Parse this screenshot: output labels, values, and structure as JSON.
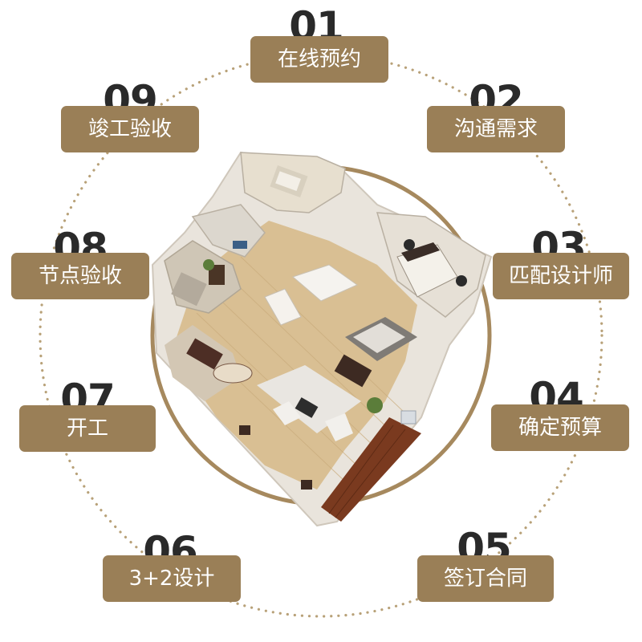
{
  "steps": [
    {
      "number": "01",
      "label": "在线预约"
    },
    {
      "number": "02",
      "label": "沟通需求"
    },
    {
      "number": "03",
      "label": "匹配设计师"
    },
    {
      "number": "04",
      "label": "确定预算"
    },
    {
      "number": "05",
      "label": "签订合同"
    },
    {
      "number": "06",
      "label": "3+2设计"
    },
    {
      "number": "07",
      "label": "开工"
    },
    {
      "number": "08",
      "label": "节点验收"
    },
    {
      "number": "09",
      "label": "竣工验收"
    }
  ],
  "colors": {
    "pill": "#9a7f57",
    "ring": "#a6895e",
    "dots": "#b8a178",
    "number": "#2a2a2a",
    "floor_wood": "#d9bf93",
    "floor_dark_wood": "#7a3a1f"
  },
  "illustration": "3d-apartment-floorplan"
}
